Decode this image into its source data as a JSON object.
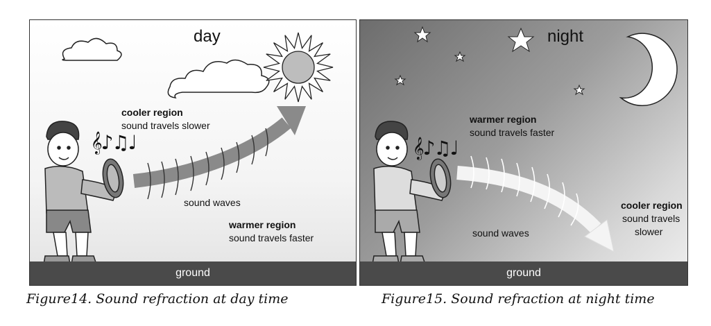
{
  "day": {
    "title": "day",
    "upper_region_title": "cooler region",
    "upper_region_text": "sound travels slower",
    "waves_label": "sound waves",
    "lower_region_title": "warmer region",
    "lower_region_text": "sound travels faster",
    "ground": "ground",
    "caption": "Figure14.  Sound refraction at day time"
  },
  "night": {
    "title": "night",
    "upper_region_title": "warmer region",
    "upper_region_text": "sound travels faster",
    "waves_label": "sound waves",
    "lower_region_title": "cooler region",
    "lower_region_text_1": "sound travels",
    "lower_region_text_2": "slower",
    "ground": "ground",
    "caption": "Figure15. Sound refraction at night time"
  },
  "notes_glyphs": "♪♫♩",
  "clef_glyph": "𝄞",
  "icons": [
    "sun-icon",
    "cloud-icon",
    "moon-icon",
    "star-icon",
    "boy-with-tambourine-icon",
    "music-notes-icon",
    "sound-arrow-icon"
  ],
  "colors": {
    "day_arrow": "#8a8a8a",
    "night_arrow": "#f4f4f4",
    "ground": "#4a4a4a",
    "sun": "#bdbdbd"
  }
}
